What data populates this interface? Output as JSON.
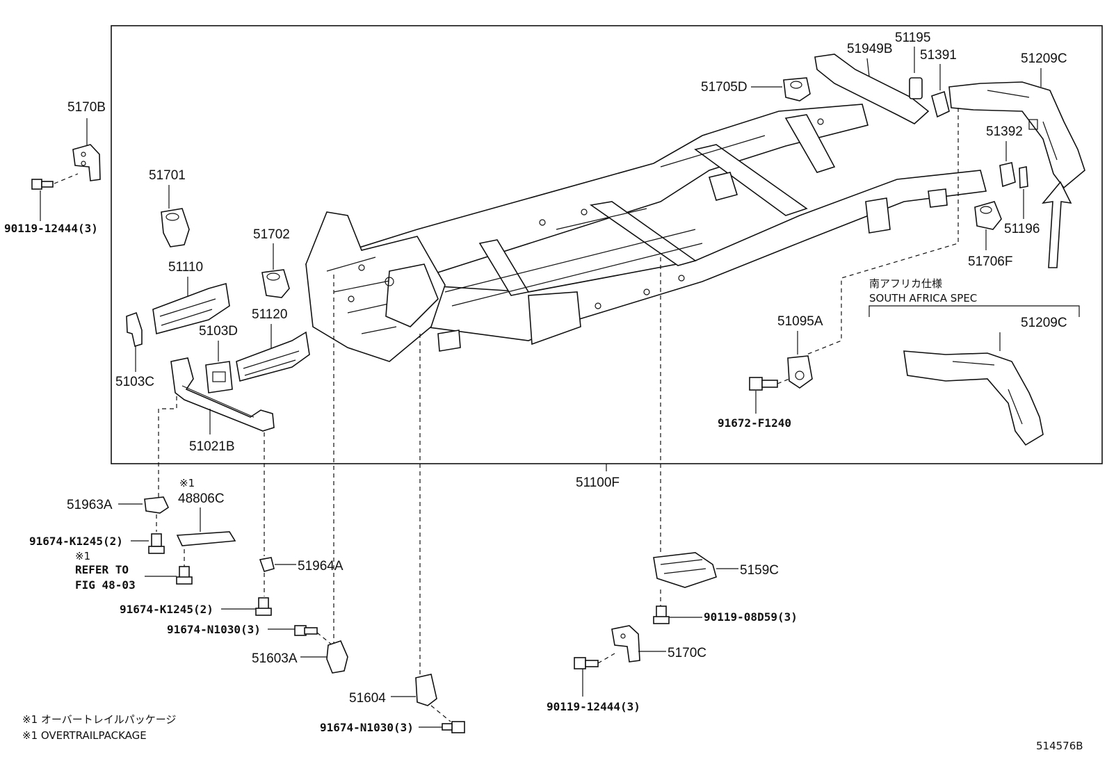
{
  "diagram_id": "514576B",
  "main_assembly": "51100F",
  "region_note": {
    "jp": "南アフリカ仕様",
    "en": "SOUTH AFRICA SPEC"
  },
  "footnotes": [
    {
      "jp": "※1 オーバートレイルパッケージ",
      "en": "※1 OVERTRAILPACKAGE"
    }
  ],
  "refer_note": {
    "mark": "※1",
    "line1": "REFER TO",
    "line2": "FIG 48-03"
  },
  "labels": {
    "p5170B": "5170B",
    "p90119_12444_a": "90119-12444(3)",
    "p51701": "51701",
    "p51702": "51702",
    "p51110": "51110",
    "p51120": "51120",
    "p5103D": "5103D",
    "p5103C": "5103C",
    "p51021B": "51021B",
    "p51705D": "51705D",
    "p51949B": "51949B",
    "p51195": "51195",
    "p51391": "51391",
    "p51209C_top": "51209C",
    "p51392": "51392",
    "p51196": "51196",
    "p51706F": "51706F",
    "p51095A": "51095A",
    "p91672_F1240": "91672-F1240",
    "p51209C_sa": "51209C",
    "p51963A": "51963A",
    "p48806C_mark": "※1",
    "p48806C": "48806C",
    "p91674_K1245_a": "91674-K1245(2)",
    "p51964A": "51964A",
    "p91674_K1245_b": "91674-K1245(2)",
    "p91674_N1030_a": "91674-N1030(3)",
    "p51603A": "51603A",
    "p51604": "51604",
    "p91674_N1030_b": "91674-N1030(3)",
    "p5159C": "5159C",
    "p90119_08D59": "90119-08D59(3)",
    "p5170C": "5170C",
    "p90119_12444_b": "90119-12444(3)"
  }
}
